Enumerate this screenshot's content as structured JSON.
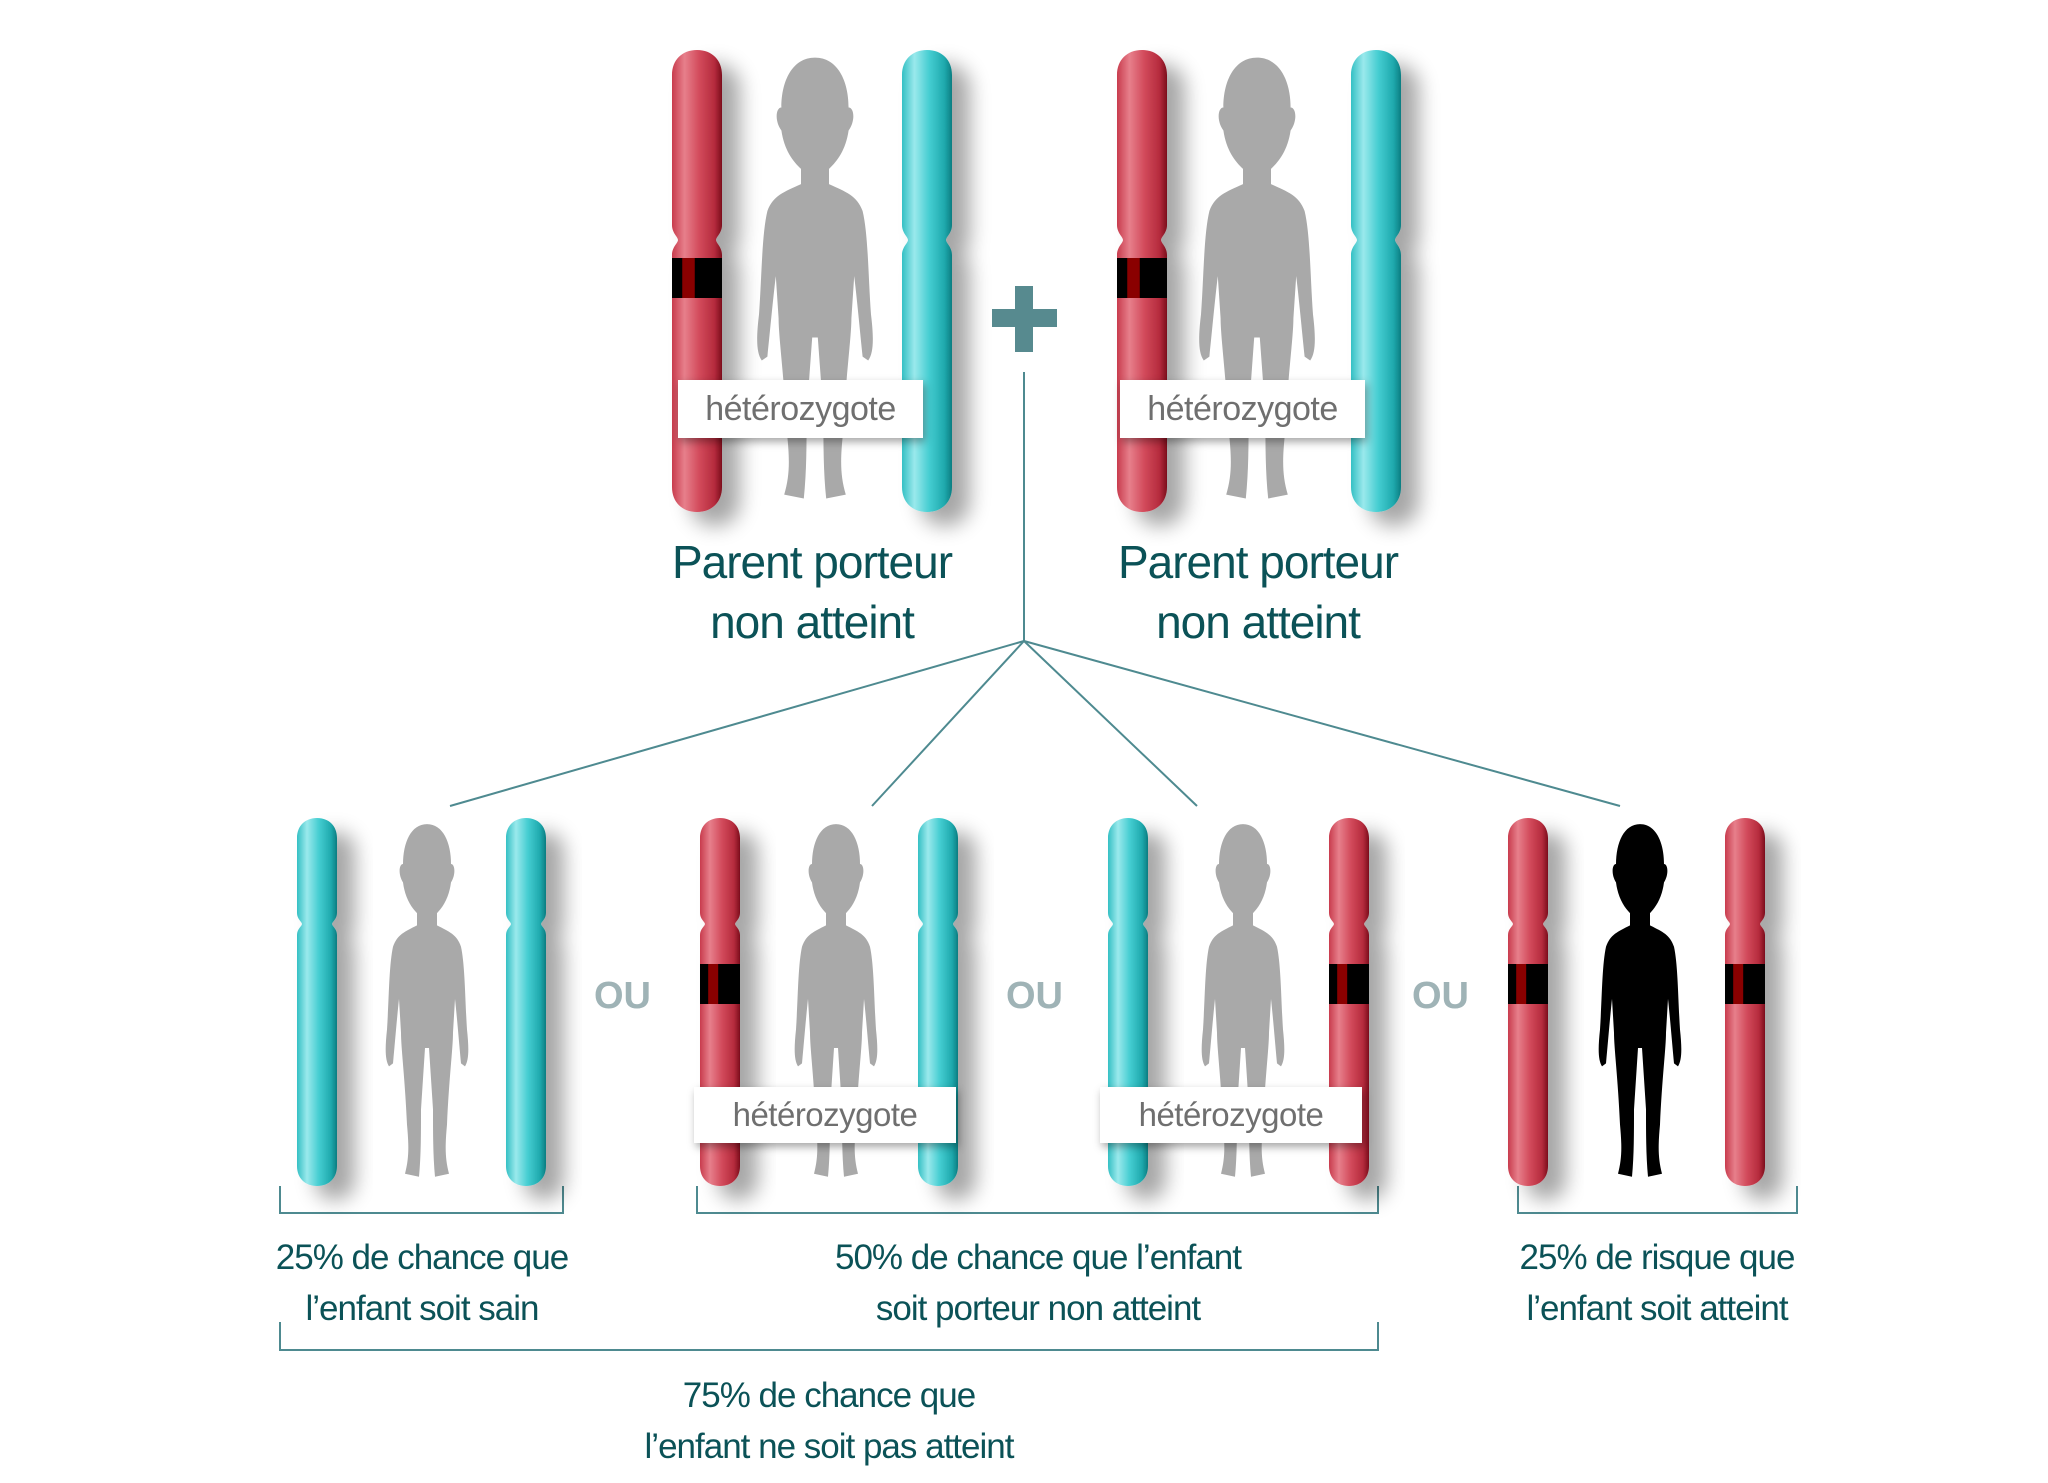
{
  "diagram": {
    "title": "Autosomal recessive inheritance",
    "colors": {
      "mutant_chromosome": "#d14a5a",
      "normal_chromosome": "#3fc8cc",
      "mutation_band": "#000000",
      "unaffected_silhouette": "#a9a9a9",
      "affected_silhouette": "#000000",
      "text_teal": "#0b5257",
      "connector": "#4e8a90",
      "ou_text": "#9fb3b6",
      "label_text": "#6f6f6f"
    },
    "plus_symbol": "+",
    "parents": [
      {
        "label": "hétérozygote",
        "caption_line1": "Parent porteur",
        "caption_line2": "non atteint",
        "chromosomes": [
          "mutant",
          "normal"
        ],
        "status": "carrier"
      },
      {
        "label": "hétérozygote",
        "caption_line1": "Parent porteur",
        "caption_line2": "non atteint",
        "chromosomes": [
          "mutant",
          "normal"
        ],
        "status": "carrier"
      }
    ],
    "children": [
      {
        "chromosomes": [
          "normal",
          "normal"
        ],
        "status": "healthy",
        "label": ""
      },
      {
        "chromosomes": [
          "mutant",
          "normal"
        ],
        "status": "carrier",
        "label": "hétérozygote"
      },
      {
        "chromosomes": [
          "normal",
          "mutant"
        ],
        "status": "carrier",
        "label": "hétérozygote"
      },
      {
        "chromosomes": [
          "mutant",
          "mutant"
        ],
        "status": "affected",
        "label": ""
      }
    ],
    "separators": [
      "OU",
      "OU",
      "OU"
    ],
    "outcomes": {
      "healthy": {
        "percent": 25,
        "line1": "25% de chance que",
        "line2": "l’enfant soit sain"
      },
      "carrier": {
        "percent": 50,
        "line1": "50% de chance que l’enfant",
        "line2": "soit porteur non atteint"
      },
      "affected": {
        "percent": 25,
        "line1": "25% de risque que",
        "line2": "l’enfant soit atteint"
      },
      "not_affected": {
        "percent": 75,
        "line1": "75% de chance que",
        "line2": "l’enfant ne soit pas atteint"
      }
    }
  }
}
